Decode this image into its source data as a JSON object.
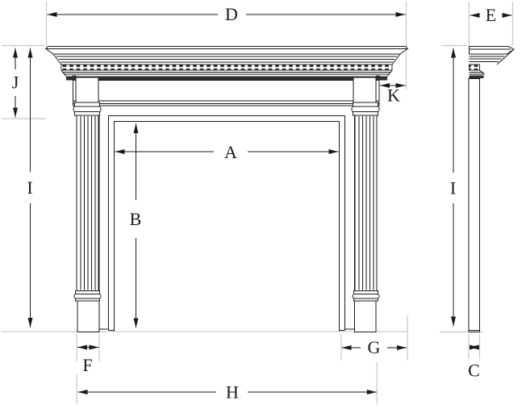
{
  "labels": {
    "A": "A",
    "B": "B",
    "C": "C",
    "D": "D",
    "E": "E",
    "F": "F",
    "G": "G",
    "H": "H",
    "I_left": "I",
    "I_right": "I",
    "J": "J",
    "K": "K"
  },
  "colors": {
    "line": "#1a1a1a",
    "extension_line": "#c8c8c8",
    "dark_shading": "#2e2e2e",
    "background": "#ffffff"
  }
}
